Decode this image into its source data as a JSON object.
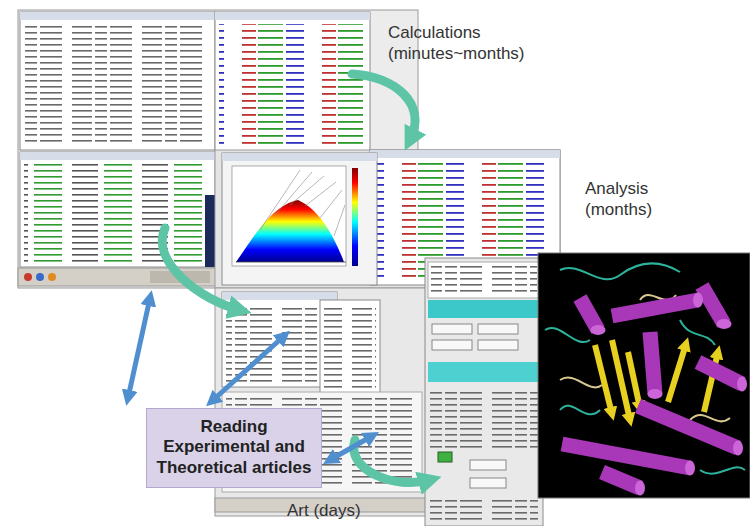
{
  "diagram": {
    "nodes": [
      {
        "text": [
          "Reading Experimental and Theoretical articles"
        ]
      }
    ],
    "labels": [
      "Calculations (minutes~months)",
      "Analysis (months)",
      "Art (days)"
    ]
  }
}
